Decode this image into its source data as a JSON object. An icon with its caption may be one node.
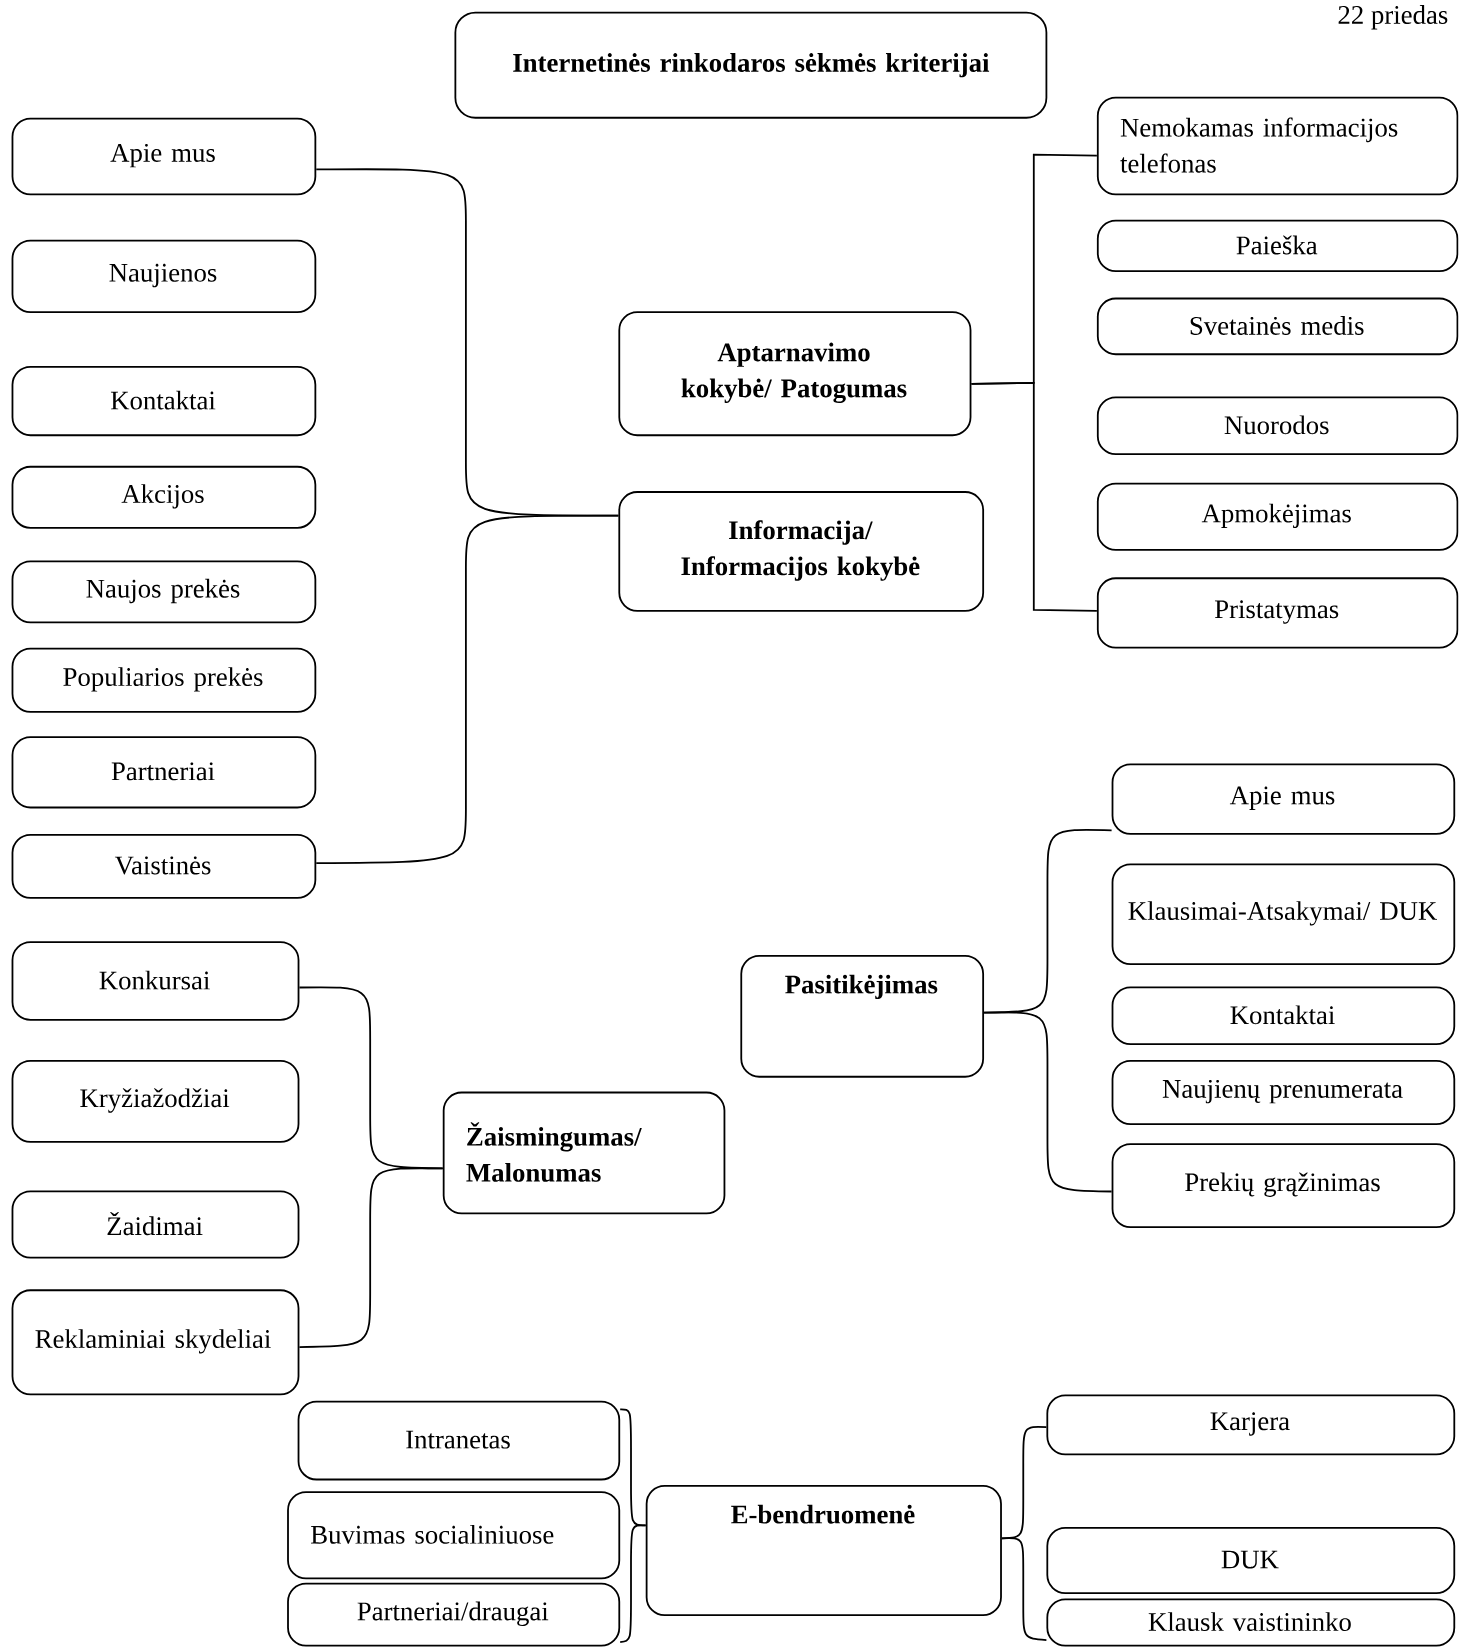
{
  "diagram": {
    "title": "Internetinės rinkodaros sėkmės kriterijai",
    "nodes": [
      {
        "text": [
          "Apie mus"
        ]
      },
      {
        "text": [
          "Naujienos"
        ]
      },
      {
        "text": [
          "Kontaktai"
        ]
      },
      {
        "text": [
          "Akcijos"
        ]
      },
      {
        "text": [
          "Naujos prekės"
        ]
      },
      {
        "text": [
          "Populiarios prekės"
        ]
      },
      {
        "text": [
          "Partneriai"
        ]
      },
      {
        "text": [
          "Vaistinės"
        ]
      },
      {
        "text": [
          "Aptarnavimo kokybė/ Patogumas"
        ]
      },
      {
        "text": [
          "Informacija/ Informacijos kokybė"
        ]
      },
      {
        "text": [
          "Nemokamas informacijos telefonas"
        ]
      },
      {
        "text": [
          "Paieška"
        ]
      },
      {
        "text": [
          "Svetainės medis"
        ]
      },
      {
        "text": [
          "Nuorodos"
        ]
      },
      {
        "text": [
          "Apmokėjimas"
        ]
      },
      {
        "text": [
          "Pristatymas"
        ]
      },
      {
        "text": [
          "Apie mus"
        ]
      },
      {
        "text": [
          "Klausimai-Atsakymai/ DUK"
        ]
      },
      {
        "text": [
          "Pasitikėjimas"
        ]
      },
      {
        "text": [
          "Kontaktai"
        ]
      },
      {
        "text": [
          "Naujienų prenumerata"
        ]
      },
      {
        "text": [
          "Prekių grąžinimas"
        ]
      },
      {
        "text": [
          "Konkursai"
        ]
      },
      {
        "text": [
          "Kryžiažodžiai"
        ]
      },
      {
        "text": [
          "Žaismingumas/ Malonumas"
        ]
      },
      {
        "text": [
          "Žaidimai"
        ]
      },
      {
        "text": [
          "Reklaminiai skydeliai"
        ]
      },
      {
        "text": [
          "Intranetas"
        ]
      },
      {
        "text": [
          "Karjera"
        ]
      },
      {
        "text": [
          "E-bendruomenė"
        ]
      },
      {
        "text": [
          "Buvimas socialiniuose"
        ]
      },
      {
        "text": [
          "DUK"
        ]
      },
      {
        "text": [
          "Partneriai/draugai"
        ]
      },
      {
        "text": [
          "Klausk vaistininko"
        ]
      }
    ],
    "edges": [
      {
        "from": 9,
        "to": 0,
        "arrow": "none"
      },
      {
        "from": 9,
        "to": 7,
        "arrow": "none"
      },
      {
        "from": 8,
        "to": 10,
        "arrow": "none"
      },
      {
        "from": 8,
        "to": 15,
        "arrow": "none"
      },
      {
        "from": 18,
        "to": 16,
        "arrow": "none"
      },
      {
        "from": 18,
        "to": 21,
        "arrow": "none"
      },
      {
        "from": 24,
        "to": 22,
        "arrow": "none"
      },
      {
        "from": 24,
        "to": 26,
        "arrow": "none"
      },
      {
        "from": 29,
        "to": 27,
        "arrow": "none"
      },
      {
        "from": 29,
        "to": 32,
        "arrow": "none"
      },
      {
        "from": 29,
        "to": 28,
        "arrow": "none"
      },
      {
        "from": 29,
        "to": 33,
        "arrow": "none"
      }
    ],
    "labels": [
      "22 priedas"
    ]
  }
}
